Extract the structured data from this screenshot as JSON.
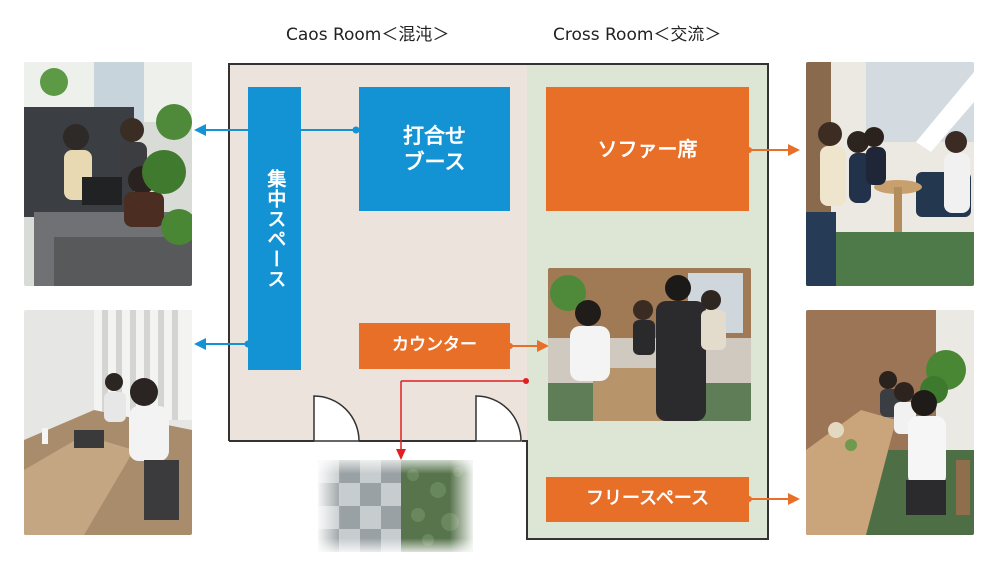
{
  "rooms": {
    "caos_title": "Caos Room＜混沌＞",
    "cross_title": "Cross Room＜交流＞"
  },
  "zones": {
    "focus_space": "集中スペース",
    "meeting_booth_line1": "打合せ",
    "meeting_booth_line2": "ブース",
    "sofa_seats": "ソファー席",
    "counter": "カウンター",
    "free_space": "フリースペース"
  },
  "colors": {
    "caos_floor": "#ebe3dc",
    "cross_floor": "#dde6d5",
    "blue_zone": "#1392d4",
    "orange_zone": "#e76f28",
    "arrow_blue": "#1392d4",
    "arrow_orange": "#e76f28",
    "arrow_red": "#e02020"
  },
  "photos": [
    {
      "id": "photo-focus-booth",
      "description_icon": "people-meeting-photo"
    },
    {
      "id": "photo-focus-desks",
      "description_icon": "people-working-photo"
    },
    {
      "id": "photo-sofa",
      "description_icon": "people-sofa-photo"
    },
    {
      "id": "photo-counter",
      "description_icon": "people-counter-photo"
    },
    {
      "id": "photo-free-space",
      "description_icon": "people-table-photo"
    },
    {
      "id": "photo-carpet",
      "description_icon": "carpet-sample-photo"
    }
  ]
}
